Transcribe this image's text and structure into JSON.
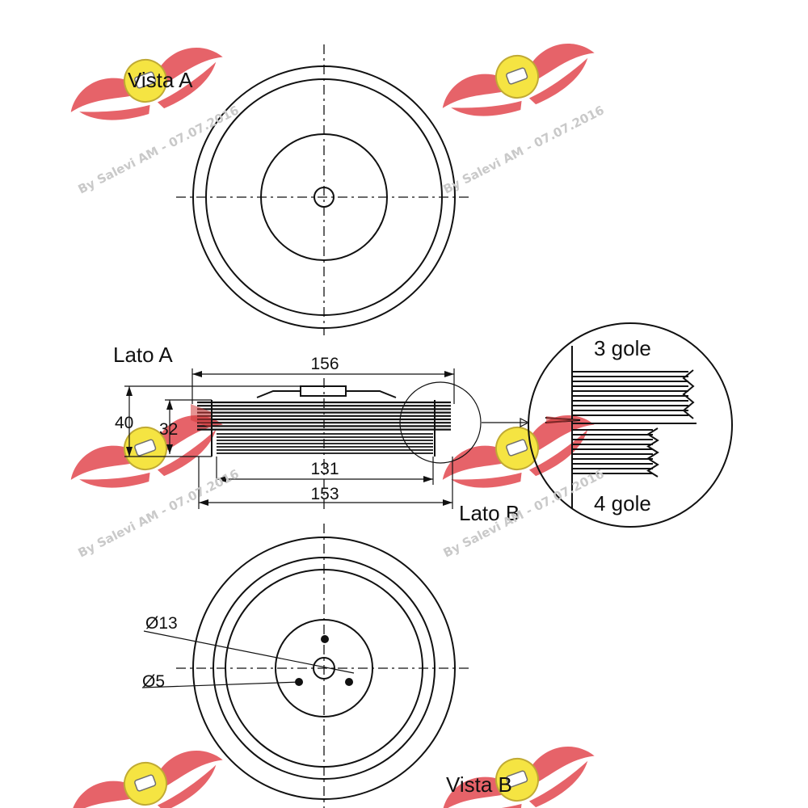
{
  "labels": {
    "view_a": "Vista A",
    "view_b": "Vista B",
    "side_a": "Lato A",
    "side_b": "Lato B",
    "grooves_3": "3 gole",
    "grooves_4": "4 gole"
  },
  "dimensions": {
    "overall_diameter": "156",
    "inner_diameter": "131",
    "outer_width": "153",
    "height_total": "40",
    "height_pulley": "32",
    "hole_large": "Ø13",
    "hole_small": "Ø5"
  },
  "watermark": {
    "text": "By Salevi AM - 07.07.2016",
    "logo_color": "#e2474f",
    "badge_color": "#f4e021"
  }
}
